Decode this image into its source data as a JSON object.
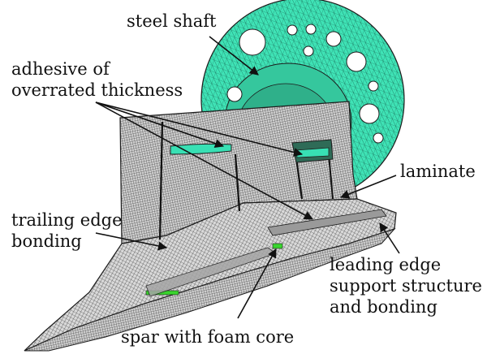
{
  "labels": {
    "steel_shaft": "steel shaft",
    "adhesive": [
      "adhesive of",
      "overrated thickness"
    ],
    "laminate": "laminate",
    "trailing_edge": [
      "trailing edge",
      "bonding"
    ],
    "leading_edge": [
      "leading edge",
      "support structure",
      "and bonding"
    ],
    "spar": "spar with foam core"
  },
  "colors": {
    "shaft_fill": "#3fe3b6",
    "mesh_line": "#1c1c1c",
    "foam_core": "#39d42e",
    "mesh_fill": "#d4d4d4",
    "text": "#111111"
  }
}
